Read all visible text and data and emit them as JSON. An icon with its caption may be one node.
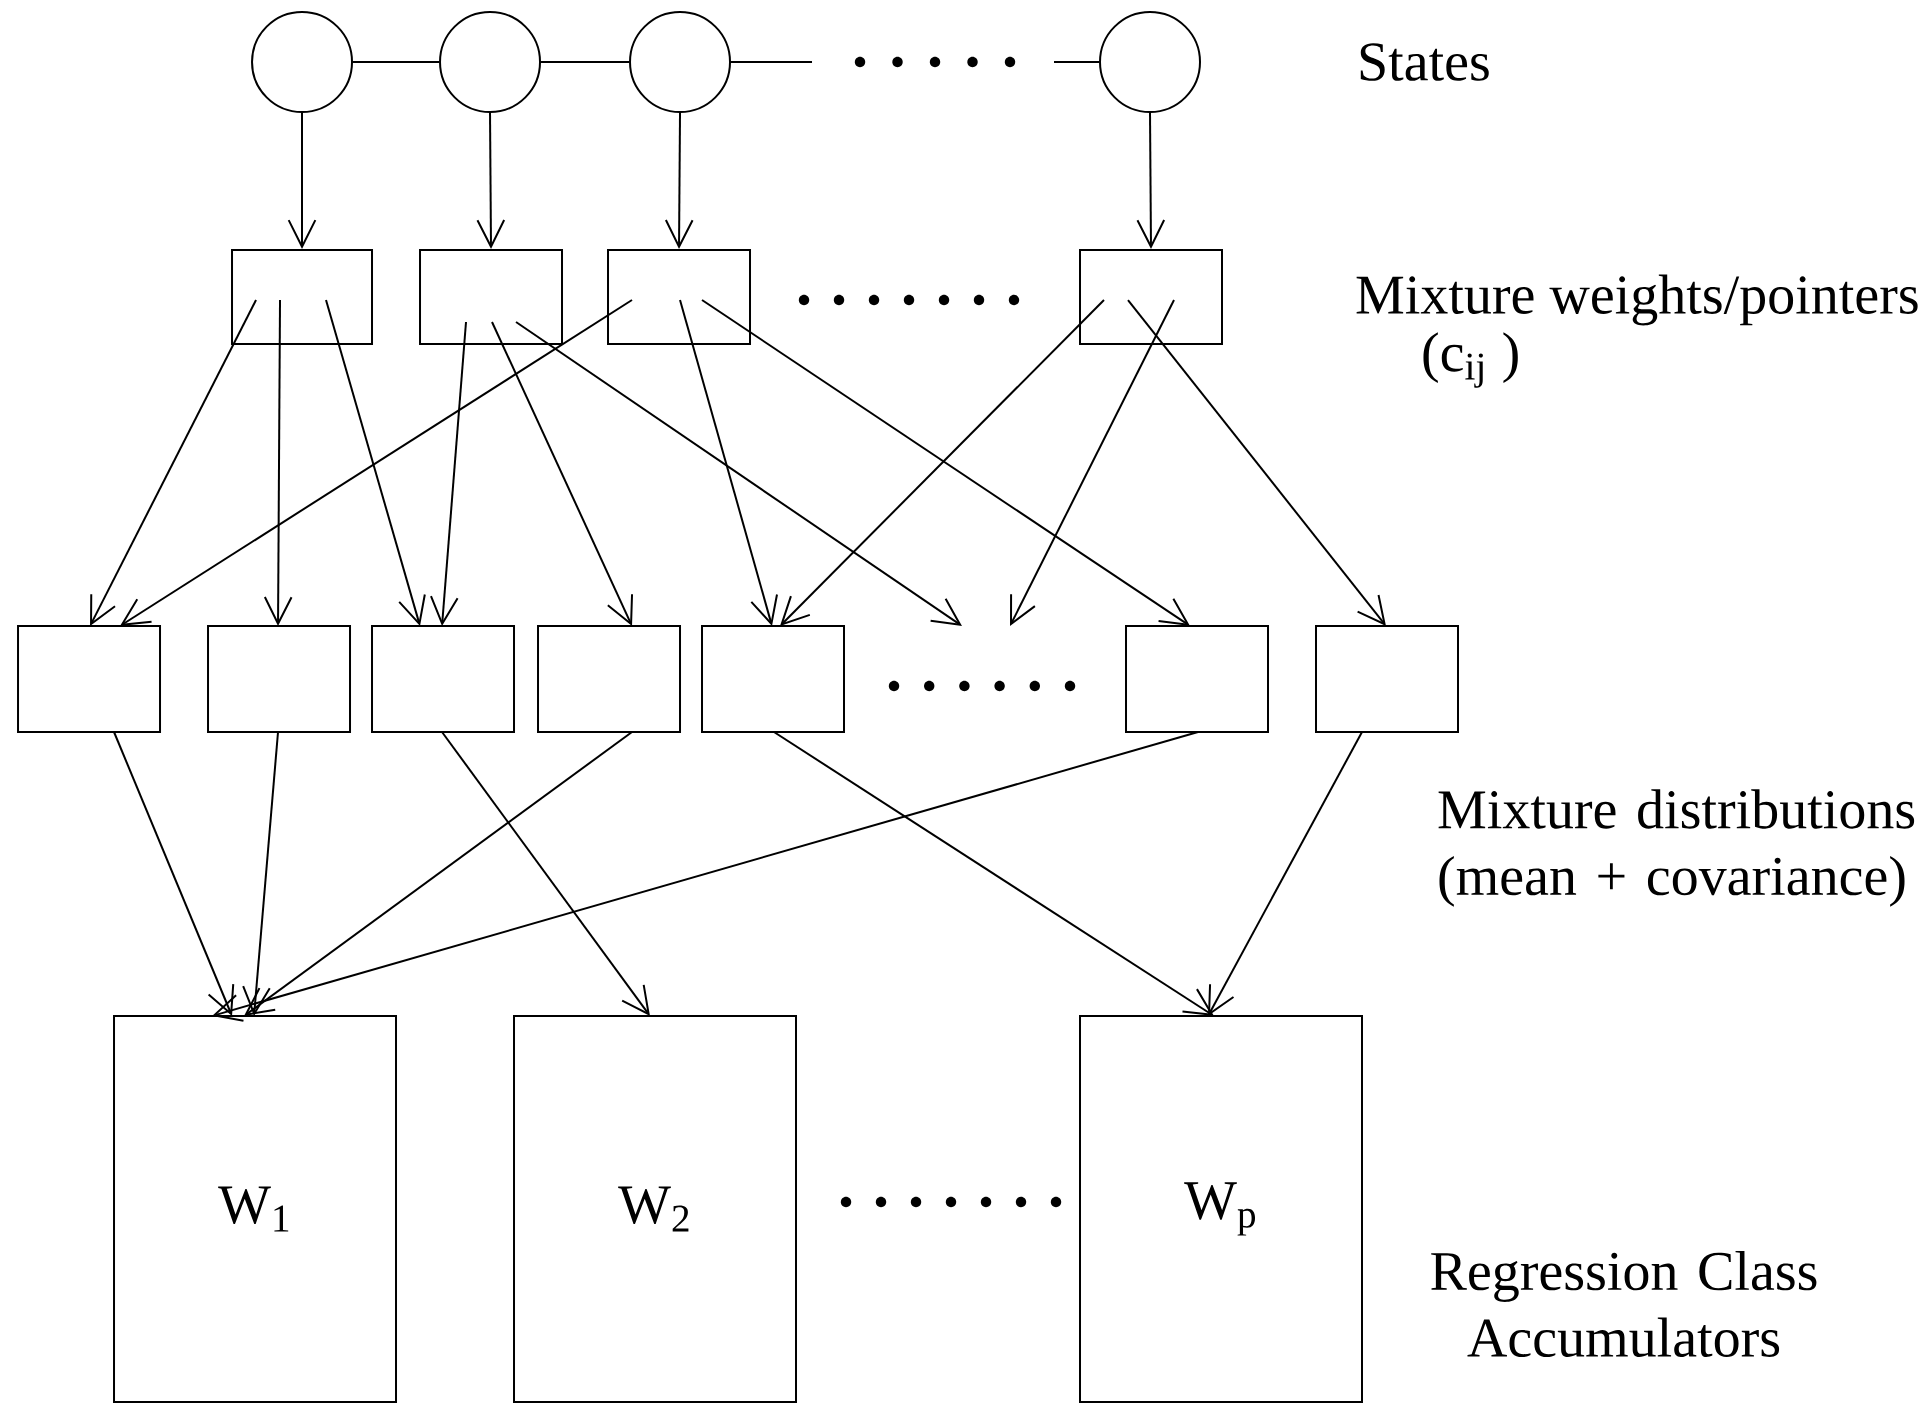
{
  "diagram": {
    "nodes": [
      {
        "text": [],
        "shape": "circle"
      },
      {
        "text": [],
        "shape": "circle"
      },
      {
        "text": [],
        "shape": "circle"
      },
      {
        "text": [],
        "shape": "circle"
      },
      {
        "text": [],
        "shape": "box"
      },
      {
        "text": [],
        "shape": "box"
      },
      {
        "text": [],
        "shape": "box"
      },
      {
        "text": [],
        "shape": "box"
      },
      {
        "text": [],
        "shape": "box"
      },
      {
        "text": [],
        "shape": "box"
      },
      {
        "text": [],
        "shape": "box"
      },
      {
        "text": [],
        "shape": "box"
      },
      {
        "text": [],
        "shape": "box"
      },
      {
        "text": [],
        "shape": "box"
      },
      {
        "text": [],
        "shape": "box"
      },
      {
        "text": [
          "W$_{1}$"
        ]
      },
      {
        "text": [
          "W$_{2}$"
        ]
      },
      {
        "text": [
          "W$_{p}$"
        ]
      }
    ],
    "edges": [
      {
        "from": 0,
        "to": 1,
        "arrow": "none"
      },
      {
        "from": 1,
        "to": 2,
        "arrow": "none"
      },
      {
        "from": 2,
        "to": null,
        "arrow": "none"
      },
      {
        "from": null,
        "to": 3,
        "arrow": "none"
      },
      {
        "from": 0,
        "to": 4,
        "arrow": "to"
      },
      {
        "from": 1,
        "to": 5,
        "arrow": "to"
      },
      {
        "from": 2,
        "to": 6,
        "arrow": "to"
      },
      {
        "from": 3,
        "to": 7,
        "arrow": "to"
      },
      {
        "from": 4,
        "to": 8,
        "arrow": "to"
      },
      {
        "from": 4,
        "to": 9,
        "arrow": "to"
      },
      {
        "from": 4,
        "to": 10,
        "arrow": "to"
      },
      {
        "from": 5,
        "to": 10,
        "arrow": "to"
      },
      {
        "from": 5,
        "to": 11,
        "arrow": "to"
      },
      {
        "from": 5,
        "to": null,
        "arrow": "to"
      },
      {
        "from": 6,
        "to": 8,
        "arrow": "to"
      },
      {
        "from": 6,
        "to": 12,
        "arrow": "to"
      },
      {
        "from": 6,
        "to": 13,
        "arrow": "to"
      },
      {
        "from": 7,
        "to": 12,
        "arrow": "to"
      },
      {
        "from": 7,
        "to": null,
        "arrow": "to"
      },
      {
        "from": 7,
        "to": 14,
        "arrow": "to"
      },
      {
        "from": 8,
        "to": 15,
        "arrow": "to"
      },
      {
        "from": 9,
        "to": 15,
        "arrow": "to"
      },
      {
        "from": 10,
        "to": 16,
        "arrow": "to"
      },
      {
        "from": 11,
        "to": 15,
        "arrow": "to"
      },
      {
        "from": 12,
        "to": 17,
        "arrow": "to"
      },
      {
        "from": 13,
        "to": 15,
        "arrow": "to"
      },
      {
        "from": 14,
        "to": 17,
        "arrow": "to"
      }
    ],
    "labels": [
      "States",
      "Mixture weights/pointers",
      "(c$_{ij}$ )",
      "Mixture distributions (mean + covariance)",
      "Regression Class Accumulators"
    ]
  }
}
